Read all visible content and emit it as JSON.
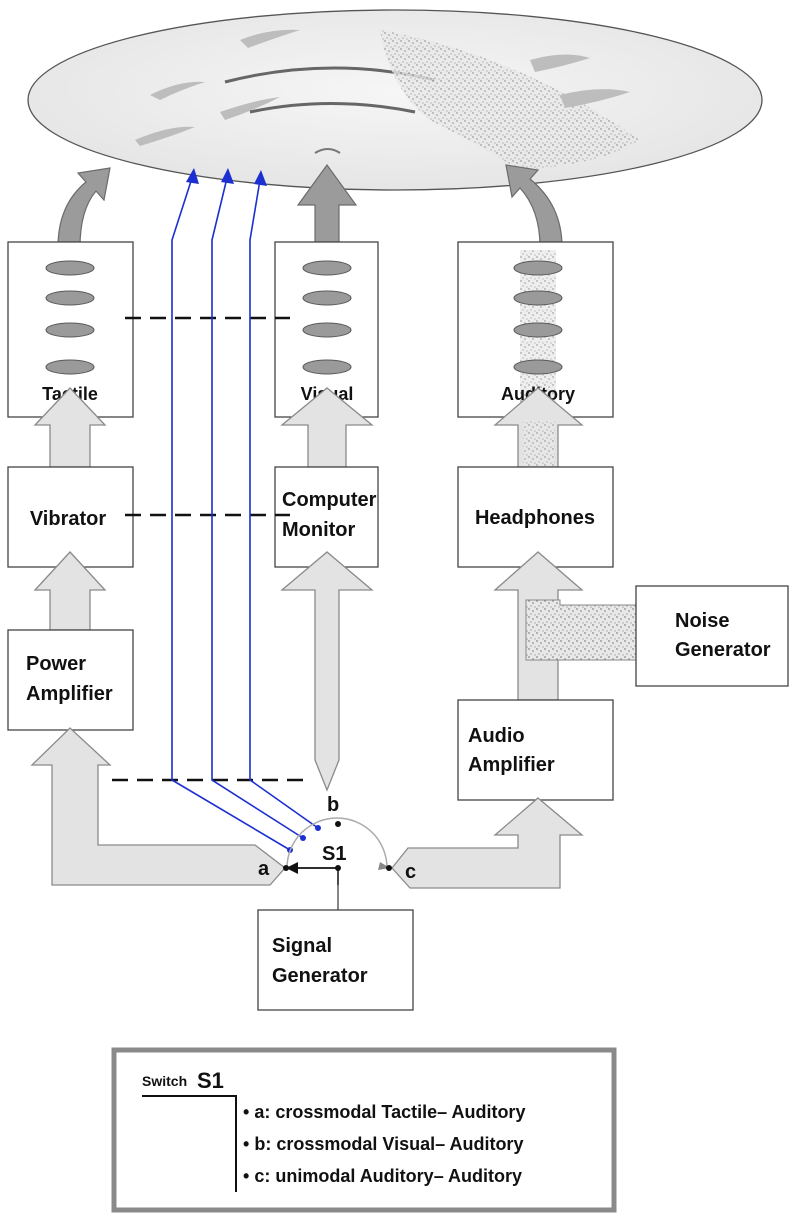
{
  "modalities": {
    "tactile": "Tactile",
    "visual": "Visual",
    "auditory": "Auditory"
  },
  "devices": {
    "vibrator": "Vibrator",
    "computer_monitor_line1": "Computer",
    "computer_monitor_line2": "Monitor",
    "headphones": "Headphones",
    "noise_generator_line1": "Noise",
    "noise_generator_line2": "Generator",
    "power_amplifier_line1": "Power",
    "power_amplifier_line2": "Amplifier",
    "audio_amplifier_line1": "Audio",
    "audio_amplifier_line2": "Amplifier",
    "signal_generator_line1": "Signal",
    "signal_generator_line2": "Generator"
  },
  "switch": {
    "name": "S1",
    "pos_a": "a",
    "pos_b": "b",
    "pos_c": "c"
  },
  "legend": {
    "title_small": "Switch",
    "title_name": "S1",
    "items": [
      {
        "key": "a",
        "sep": ":",
        "mode": "crossmodal",
        "from": "Tactile",
        "dash": "–",
        "to": "Auditory"
      },
      {
        "key": "b",
        "sep": ":",
        "mode": "crossmodal",
        "from": "Visual",
        "dash": "–",
        "to": "Auditory"
      },
      {
        "key": "c",
        "sep": ":",
        "mode": "unimodal",
        "from": "Auditory",
        "dash": "–",
        "to": "Auditory"
      }
    ]
  },
  "colors": {
    "arrow_fill": "#e3e3e3",
    "blue_lines": "#1c2fd0",
    "brain_fill": "#ececec"
  }
}
